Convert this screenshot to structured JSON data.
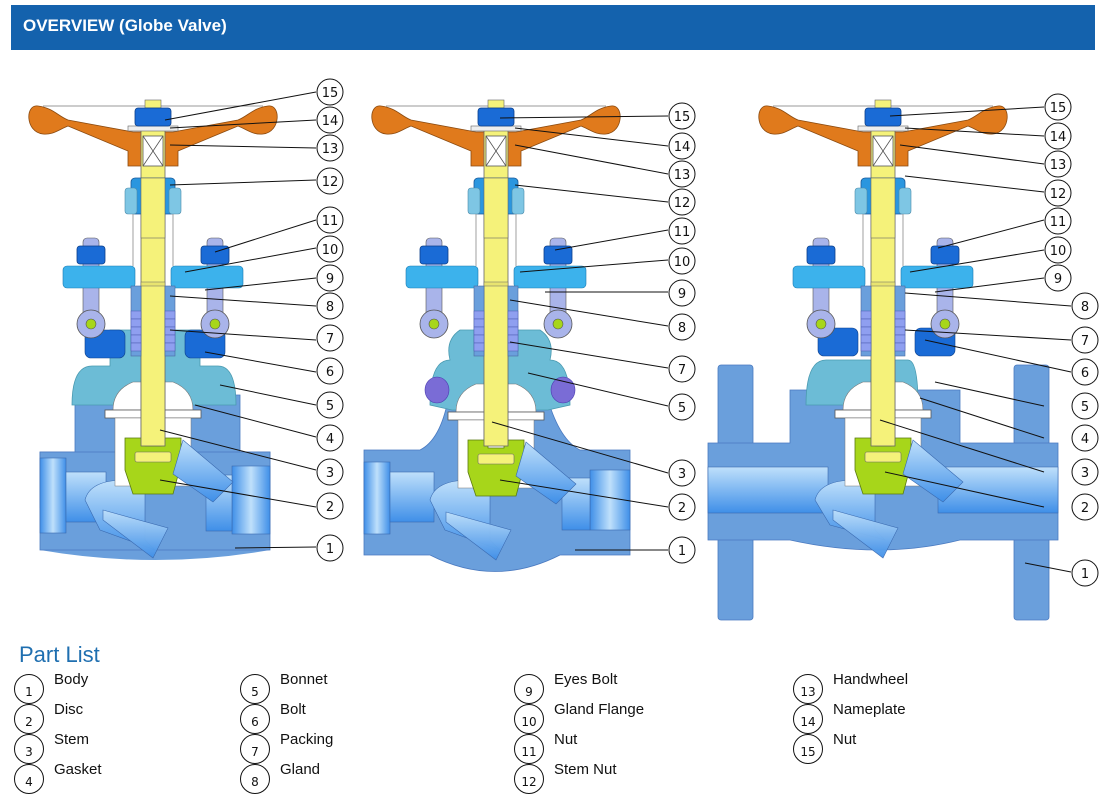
{
  "header": {
    "title": "OVERVIEW (Globe Valve)"
  },
  "colors": {
    "header_bg": "#1462ad",
    "body": "#6a9fdc",
    "bonnet": "#6cbcd6",
    "handwheel": "#e07a1c",
    "stem": "#f5f27a",
    "disc": "#a7d61a",
    "nut": "#1a6bd6",
    "gland_flange": "#3cb2ec",
    "eyes_bolt": "#a9b4ea"
  },
  "diagrams": [
    {
      "name": "socket-weld-globe-valve",
      "callouts": [
        "15",
        "14",
        "13",
        "12",
        "11",
        "10",
        "9",
        "8",
        "7",
        "6",
        "5",
        "4",
        "3",
        "2",
        "1"
      ]
    },
    {
      "name": "welded-bonnet-globe-valve",
      "callouts": [
        "15",
        "14",
        "13",
        "12",
        "11",
        "10",
        "9",
        "8",
        "7",
        "5",
        "3",
        "2",
        "1"
      ]
    },
    {
      "name": "flanged-globe-valve",
      "callouts": [
        "15",
        "14",
        "13",
        "12",
        "11",
        "10",
        "9",
        "8",
        "7",
        "6",
        "5",
        "4",
        "3",
        "2",
        "1"
      ]
    }
  ],
  "part_list": {
    "title": "Part List",
    "items": [
      {
        "num": "1",
        "label": "Body"
      },
      {
        "num": "2",
        "label": "Disc"
      },
      {
        "num": "3",
        "label": "Stem"
      },
      {
        "num": "4",
        "label": "Gasket"
      },
      {
        "num": "5",
        "label": "Bonnet"
      },
      {
        "num": "6",
        "label": "Bolt"
      },
      {
        "num": "7",
        "label": "Packing"
      },
      {
        "num": "8",
        "label": "Gland"
      },
      {
        "num": "9",
        "label": "Eyes Bolt"
      },
      {
        "num": "10",
        "label": "Gland Flange"
      },
      {
        "num": "11",
        "label": "Nut"
      },
      {
        "num": "12",
        "label": "Stem Nut"
      },
      {
        "num": "13",
        "label": "Handwheel"
      },
      {
        "num": "14",
        "label": "Nameplate"
      },
      {
        "num": "15",
        "label": "Nut"
      }
    ]
  }
}
